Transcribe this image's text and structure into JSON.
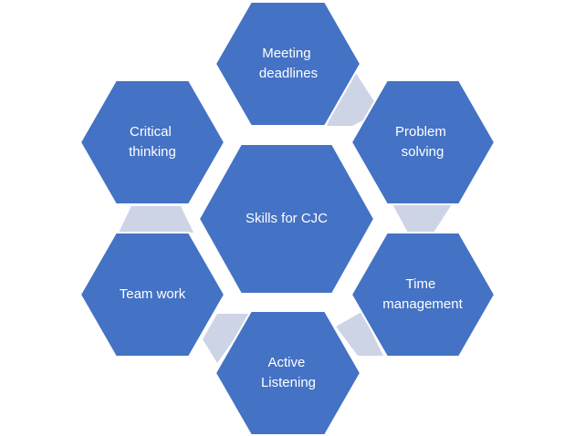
{
  "colors": {
    "hex_fill": "#4472C4",
    "connector_fill": "#CDD4E6",
    "label_color": "#FFFFFF",
    "background": "#FFFFFF"
  },
  "center": {
    "lines": [
      "Skills for CJC"
    ]
  },
  "skills": [
    {
      "id": "meeting-deadlines",
      "lines": [
        "Meeting",
        "deadlines"
      ]
    },
    {
      "id": "problem-solving",
      "lines": [
        "Problem",
        "solving"
      ]
    },
    {
      "id": "time-management",
      "lines": [
        "Time",
        "management"
      ]
    },
    {
      "id": "active-listening",
      "lines": [
        "Active",
        "Listening"
      ]
    },
    {
      "id": "team-work",
      "lines": [
        "Team work"
      ]
    },
    {
      "id": "critical-thinking",
      "lines": [
        "Critical",
        "thinking"
      ]
    }
  ]
}
